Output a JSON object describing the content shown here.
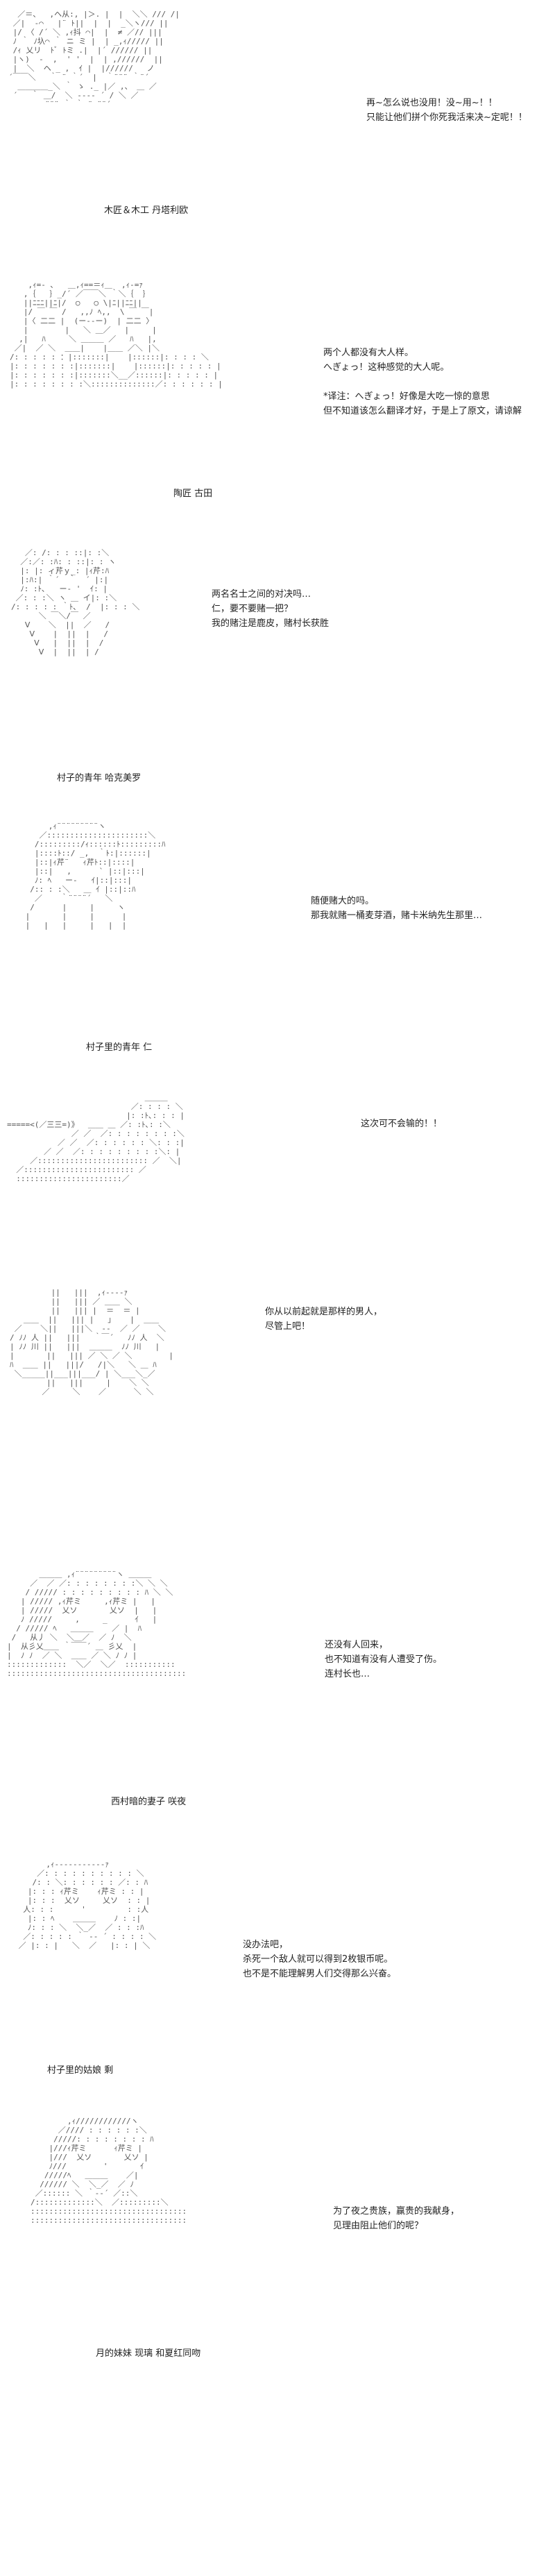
{
  "panels": [
    {
      "caption": "木匠＆木工 丹塔利欧",
      "lines": [
        "再~怎么说也没用！没~用~！！",
        "只能让他们拼个你死我活来决~定呢！！"
      ],
      "art": [
        "  ／＝、  ,ヘ从:, |＞. |  |  ＼＼ /// /|",
        " ／|  ‐⌒   |¨ ﾄ||  |  |  _＼ヽ/// ||",
        " |/ 〈 /´ ＼ ,ｨ抖 ⌒|  |  ≠ ／// |||",
        " ﾉ ｀ ﾉ圦⌒ ｀ ニ ミ |  | _,ｨ///// ||",
        " /ｨ 乂リ  ﾄﾞ ﾄミ .|  |´ ////// ||",
        " |ヽ)  ‐  ,  ' '  |  | ,//////  ||",
        " |  ＼  ヘ _ ,  ｲ |  |//////   ノ",
        "´￣￣＼   ｀ ¨ ｀´  |  ｀¨¨¨ ｀¨´",
        "  ＿＿＿＿_＼ ｀ ゝ ._ |／ ,、 ＿ ／",
        " ´   ｀ ＿/  ＼ ‐‐‐‐ ´ / ＼ ／",
        "        ¨¨¨ ｀ ｀ ¨ ¨¨´"
      ]
    },
    {
      "caption": "陶匠 古田",
      "lines": [
        "两个人都没有大人样。",
        "へぎょっ！这种感觉的大人呢。",
        "",
        "*译注：へぎょっ！好像是大吃一惊的意思",
        "但不知道该怎么翻译才好，于是上了原文，请谅解"
      ],
      "art": [
        "    ,ｨ=‐ ､   ＿,ｨ==＝ｨ＿  ,ｨ‐=ｧ",
        "   ,｛   ｝_/´ ／￣￣＼ ｀＼｛  ｝",
        "   ||ﾆﾆﾆ||ﾆ|/  ○   ○ \\|ﾆ||ﾆﾆ||",
        "   |/ ￣ ￣ /   ,,ﾉ ﾍ,,  \\ ￣ ￣|",
        "   |〈 二二 |  (ー‐‐ー)  | 二二 〉",
        "   |        |   ＼ ＿／   |     |",
        "  ,|   ﾊ     ＼ ＿＿＿ ／   ﾊ   |,",
        " ／|  ／ ＼  ＿＿|    |＿＿ ／＼ |＼",
        "/: : : : : ：|:::::::|    |::::::|: : : : ＼",
        "|: : : : : : :|:::::::|    |::::::|: : : : : |",
        "|: : : : : : :|:::::::＼__／::::::|: : : : : |",
        "|: : : : : : : :＼::::::::::::::／: : : : : : |"
      ]
    },
    {
      "caption": "村子的青年 哈克美罗",
      "lines": [
        "两名名士之间的对决吗…",
        "仁，要不要赌一把？",
        "我的赌注是鹿皮，赌村长获胜"
      ],
      "art": [
        "   ／: /: : : ::|: :＼",
        "  ／:／: :ﾊ: : ::|: : ヽ",
        "  |: |: ィ芹ｙ_: |ｨ芹:ﾊ",
        "  |:ﾊ:| ｀´  ｀  ´ |:|",
        "  ﾉ: :ﾄ､   ー‐ '  ｲ: |",
        " ／: : :＼ ヽ ＿ イ|: :＼",
        "/: : : : : ｀ﾄ､  /  |: : : ＼",
        "      ＼ ￣＼/￣ ／",
        "   Ⅴ    ＼  ||  ／   /",
        "    Ⅴ    |  ||  |   /",
        "     Ⅴ   |  ||  |  /",
        "      Ⅴ  |  ||  | /"
      ]
    },
    {
      "caption": "村子里的青年 仁",
      "lines": [
        "随便赌大的吗。",
        "那我就赌一桶麦芽酒，赌卡米纳先生那里…"
      ],
      "art": [
        "      ,ｨ¨¨¨¨¨¨¨¨¨ヽ",
        "    ／::::::::::::::::::::::＼",
        "   /:::::::::/ｨ::::::ﾄ:::::::::ﾊ",
        "   |::::ﾄ::/ _,  ｀ﾄ:|::::::|",
        "   |::|ｨ芹¨   ｨ芹ﾄ::|::::|",
        "   |::|   ,      ` |::|:::|",
        "   ﾉ: ﾍ   ー‐   ｲ|::|:::|",
        "  /:: : :＼   ＿ ｲ |::|::ﾊ",
        "   ／    ｀¨¨¨¨´   ＼",
        "  /      |     |     ヽ",
        " |       |     |      |",
        " |   |   |     |   |  |"
      ]
    },
    {
      "caption": "",
      "lines": [
        "这次可不会输的！！"
      ],
      "art": [
        "                              ＿＿＿",
        "                           ／: : : : ＼",
        "                          |: :ﾄ､: : : |",
        "=====<(／三三=)》  ＿＿ ＿ ／: :ﾄ､: :＼",
        "              ／ ／  ／: : : : : : : :＼",
        "           ／ ／  ／: : : : : : ＼: : :|",
        "        ／ ／  ／: : : : : : : : :＼: |",
        "     ／:::::::::::::::::::::::: ／  ＼|",
        "  ／:::::::::::::::::::::::: ／",
        "  :::::::::::::::::::::::／"
      ]
    },
    {
      "caption": "",
      "lines": [
        "你从以前起就是那样的男人，",
        "尽管上吧！"
      ],
      "art": [
        "         ||   |||  ,ｨ‐‐‐‐ｧ",
        "         ||   ||| ／ ＿＿ ＼",
        "         ||   ||| |  ＝  ＝ |",
        "   ＿＿  ||   ||| |   ｣    |  ＿＿",
        " ／    ＼||   |||＼  ‐‐  ／ ／    ＼",
        "/ ﾉﾉ 人 ||   |||   ｀￣´   ﾉﾉ 人  ＼",
        "| ﾉﾉ 川 ||   |||  ＿＿＿  ﾉﾉ 川   |",
        "|       ||   ||| ／ ＼ ／ ＼        |",
        "ﾊ  ＿＿ ||   |||/   /|＼   ＼ ＿ ﾊ",
        " ＼_____||___|||___/ | ＼___＼_／",
        "        ||   |||     |    ＼ ＼",
        "       ／     ＼    ／      ＼ ＼"
      ]
    },
    {
      "caption": "西村暗的妻子 咲夜",
      "lines": [
        "还没有人回来，",
        "也不知道有没有人遭受了伤。",
        "连村长也…"
      ],
      "art": [
        "       ＿＿＿ ,ｨ¨¨¨¨¨¨¨¨¨ヽ ＿＿＿",
        "     ／  ／ ／: : : : : : : :＼ ＼ ＼",
        "    / ///// : : : : : : : : : ﾊ ＼ ＼",
        "   | ///// ,ｨ芹ミ     ,ｨ芹ミ |   |",
        "   | /////  乂ソ       乂ソ  |   |",
        "   ﾉ /////     ,     _      ｲ   |",
        "  / ///// ﾍ   ＿＿＿    ／ |  ﾊ",
        " /   从丿 ＼  ＼＿／  ／ ﾉ  ＼",
        "|  从彡乂＿＿ ｀￣￣´ ＿ 彡乂  |",
        "|  ﾉ ﾉ  ／ ＼  ＿＿ ／ ＼ ﾉ ﾉ |",
        ":::::::::::::  ＼／  ＼／  :::::::::::",
        ":::::::::::::::::::::::::::::::::::::::"
      ]
    },
    {
      "caption": "村子里的姑娘 剩",
      "lines": [
        "没办法吧，",
        "杀死一个敌人就可以得到2枚银币呢。",
        "也不是不能理解男人们交得那么兴奋。"
      ],
      "art": [
        "       ,ｨ‐‐‐‐‐‐‐‐‐‐‐ｧ",
        "     ／: : : : : : : : : : ＼",
        "    /: : ＼: : : : : : ／: : ﾊ",
        "   |: : : ｨ芹ミ    ｨ芹ミ : : |",
        "   |: : :  乂ソ     乂ソ  : : |",
        "  人: : :      '         : :人",
        "   |: : ﾍ    ＿＿＿    ﾉ : :|",
        "   ﾉ: : : ＼  ＼_／  ／ : : :ﾊ",
        "  ／: : : : : ｀ ‐‐ ´ : : : : ＼",
        " ／ |: : |   ＼  ／   |: : | ＼"
      ]
    },
    {
      "caption": "月的妹妹 现璃 和夏红同吻",
      "lines": [
        "为了夜之贵族，赢贵的我献身，",
        "见理由阻止他们的呢？"
      ],
      "art": [
        "        ,ｨ////////////ヽ",
        "      ／//// : : : : : :＼",
        "     /////: : : : : : : : ﾊ",
        "    |///ｨ芹ミ      ｨ芹ミ |",
        "    |///  乂ソ       乂ソ |",
        "    ﾉ///        '       ｲ",
        "   /////ﾍ   ＿＿＿    ／|",
        "  ////// ＼  ＼_／  ／ ﾉ",
        " ／:::::: ＼ ｀‐‐´ ／::＼",
        "/:::::::::::::＼  ／:::::::::＼",
        "::::::::::::::::::::::::::::::::::",
        "::::::::::::::::::::::::::::::::::"
      ]
    }
  ]
}
